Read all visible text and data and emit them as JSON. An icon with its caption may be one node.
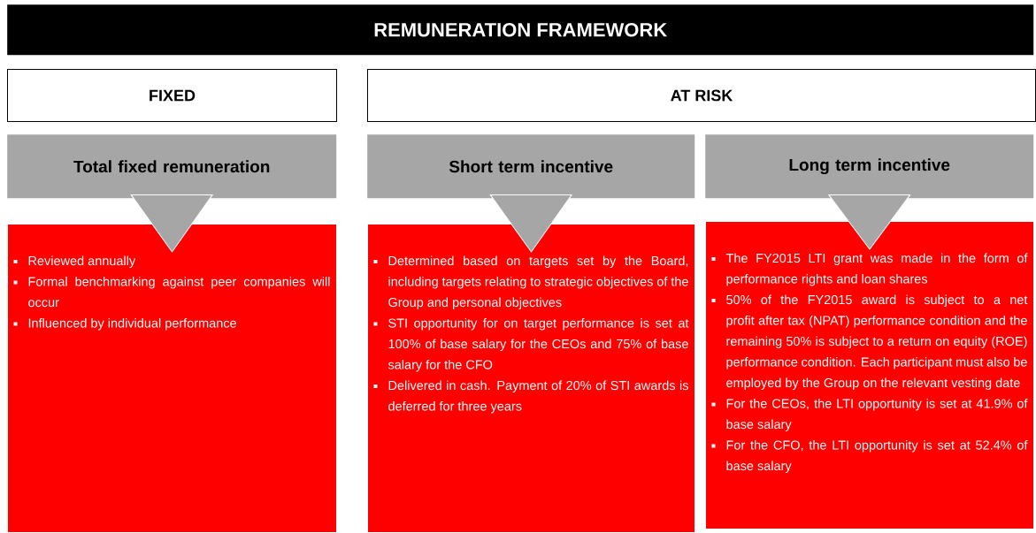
{
  "diagram": {
    "title": "REMUNERATION FRAMEWORK",
    "nodes": [
      {
        "text": [
          "FIXED"
        ]
      },
      {
        "text": [
          "AT RISK"
        ]
      },
      {
        "text": [
          "Total fixed remuneration"
        ]
      },
      {
        "text": [
          "Short term incentive"
        ]
      },
      {
        "text": [
          "Long term incentive"
        ]
      },
      {
        "text": [
          "Reviewed annually",
          "Formal benchmarking against peer companies will occur",
          "Influenced by individual performance"
        ]
      },
      {
        "text": [
          "Determined based on targets set by the Board, including targets relating to strategic objectives of the Group and personal objectives",
          "STI opportunity for on target performance is set at 100% of base salary for the CEOs and 75% of base salary for the CFO",
          "Delivered in cash. Payment of 20% of STI awards is deferred for three years"
        ]
      },
      {
        "text": [
          "The FY2015 LTI grant was made in the form of performance rights and loan shares",
          "50% of the FY2015 award is subject to a net profit after tax (NPAT) performance condition and the remaining 50% is subject to a return on equity (ROE) performance condition. Each participant must also be employed by the Group on the relevant vesting date",
          "For the CEOs, the LTI opportunity is set at 41.9% of base salary",
          "For the CFO, the LTI opportunity is set at 52.4% of base salary"
        ]
      }
    ],
    "edges": [
      {
        "from": 2,
        "to": 5,
        "arrow": "to"
      },
      {
        "from": 3,
        "to": 6,
        "arrow": "to"
      },
      {
        "from": 4,
        "to": 7,
        "arrow": "to"
      }
    ]
  }
}
